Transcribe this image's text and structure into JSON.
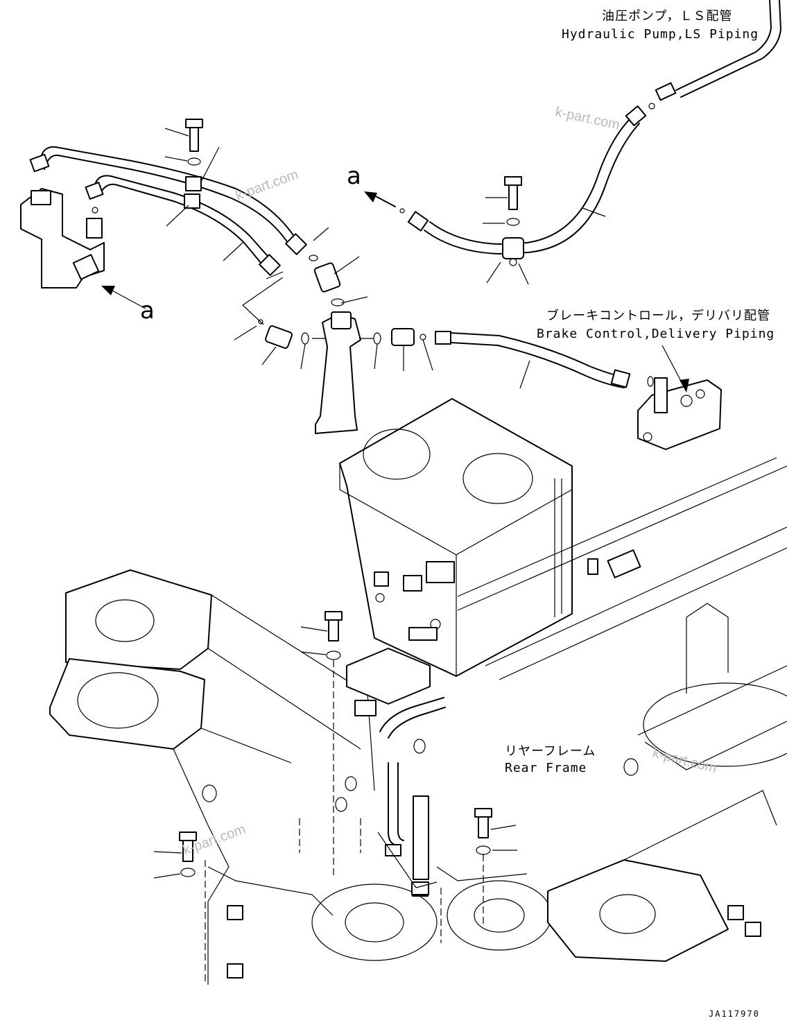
{
  "labels": {
    "hydraulic_pump_jp": "油圧ポンプ，ＬＳ配管",
    "hydraulic_pump_en": "Hydraulic Pump,LS Piping",
    "brake_control_jp": "ブレーキコントロール，デリバリ配管",
    "brake_control_en": "Brake Control,Delivery Piping",
    "rear_frame_jp": "リヤーフレーム",
    "rear_frame_en": "Rear Frame",
    "view_ref_left": "a",
    "view_ref_right": "a",
    "drawing_number": "JA117970"
  },
  "watermarks": [
    "k-part.com",
    "k-part.com",
    "k-part.com",
    "k-part.com"
  ]
}
